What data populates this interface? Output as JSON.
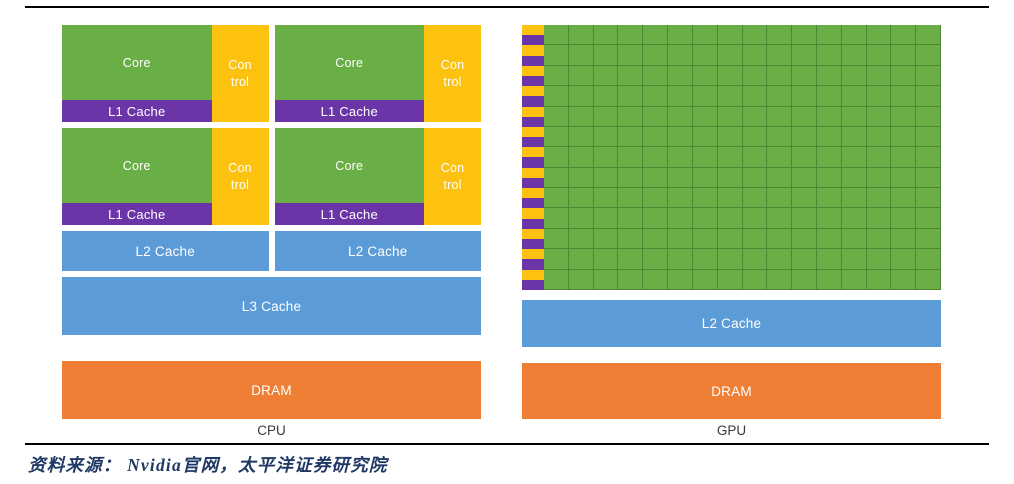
{
  "figure": {
    "cpu": {
      "caption": "CPU",
      "cores": [
        {
          "core_label": "Core",
          "l1_label": "L1 Cache",
          "control_line1": "Con",
          "control_line2": "trol"
        },
        {
          "core_label": "Core",
          "l1_label": "L1 Cache",
          "control_line1": "Con",
          "control_line2": "trol"
        },
        {
          "core_label": "Core",
          "l1_label": "L1 Cache",
          "control_line1": "Con",
          "control_line2": "trol"
        },
        {
          "core_label": "Core",
          "l1_label": "L1 Cache",
          "control_line1": "Con",
          "control_line2": "trol"
        }
      ],
      "l2_left_label": "L2 Cache",
      "l2_right_label": "L2 Cache",
      "l3_label": "L3 Cache",
      "dram_label": "DRAM"
    },
    "gpu": {
      "caption": "GPU",
      "l2_label": "L2 Cache",
      "dram_label": "DRAM",
      "grid_columns": 16,
      "grid_rows": 13,
      "strip_bands": 26
    },
    "colors": {
      "core_green": "#6AAE46",
      "grid_line_green": "#4E8833",
      "l1_purple": "#6B35A8",
      "control_yellow": "#FCC20F",
      "cache_blue": "#5B9BD8",
      "dram_orange": "#EE7F35",
      "label_white": "#FFFFFF",
      "caption_gray": "#3A3A3A",
      "source_blue": "#1F3864",
      "rule_black": "#000000"
    }
  },
  "source_note": "资料来源： Nvidia官网，太平洋证券研究院"
}
